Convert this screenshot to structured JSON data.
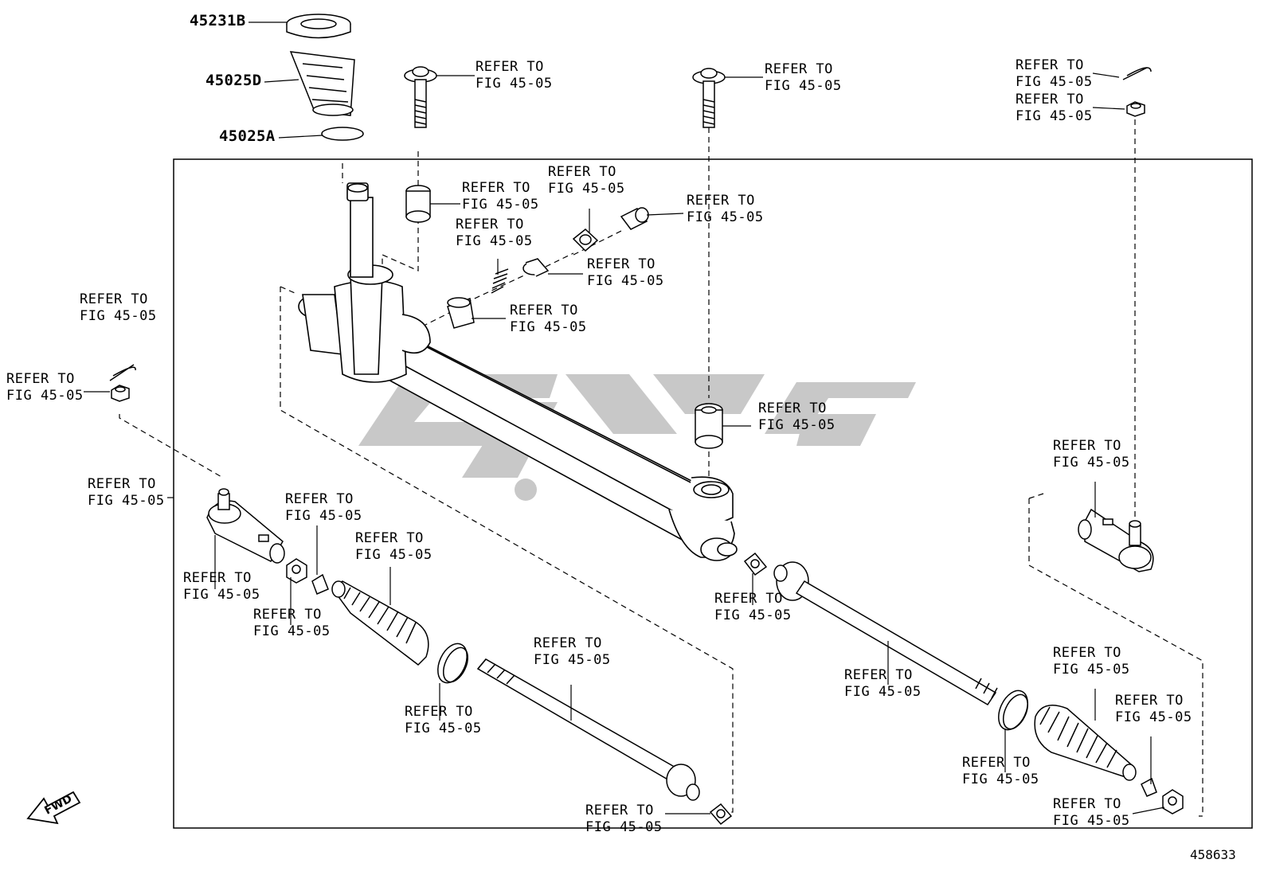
{
  "diagram": {
    "part_numbers": {
      "p45231B": "45231B",
      "p45025D": "45025D",
      "p45025A": "45025A"
    },
    "refer_line1": "REFER TO",
    "refer_line2": "FIG 45-05",
    "fwd_label": "FWD",
    "illustration_number": "458633",
    "watermark_color": "#c8c8c8"
  }
}
